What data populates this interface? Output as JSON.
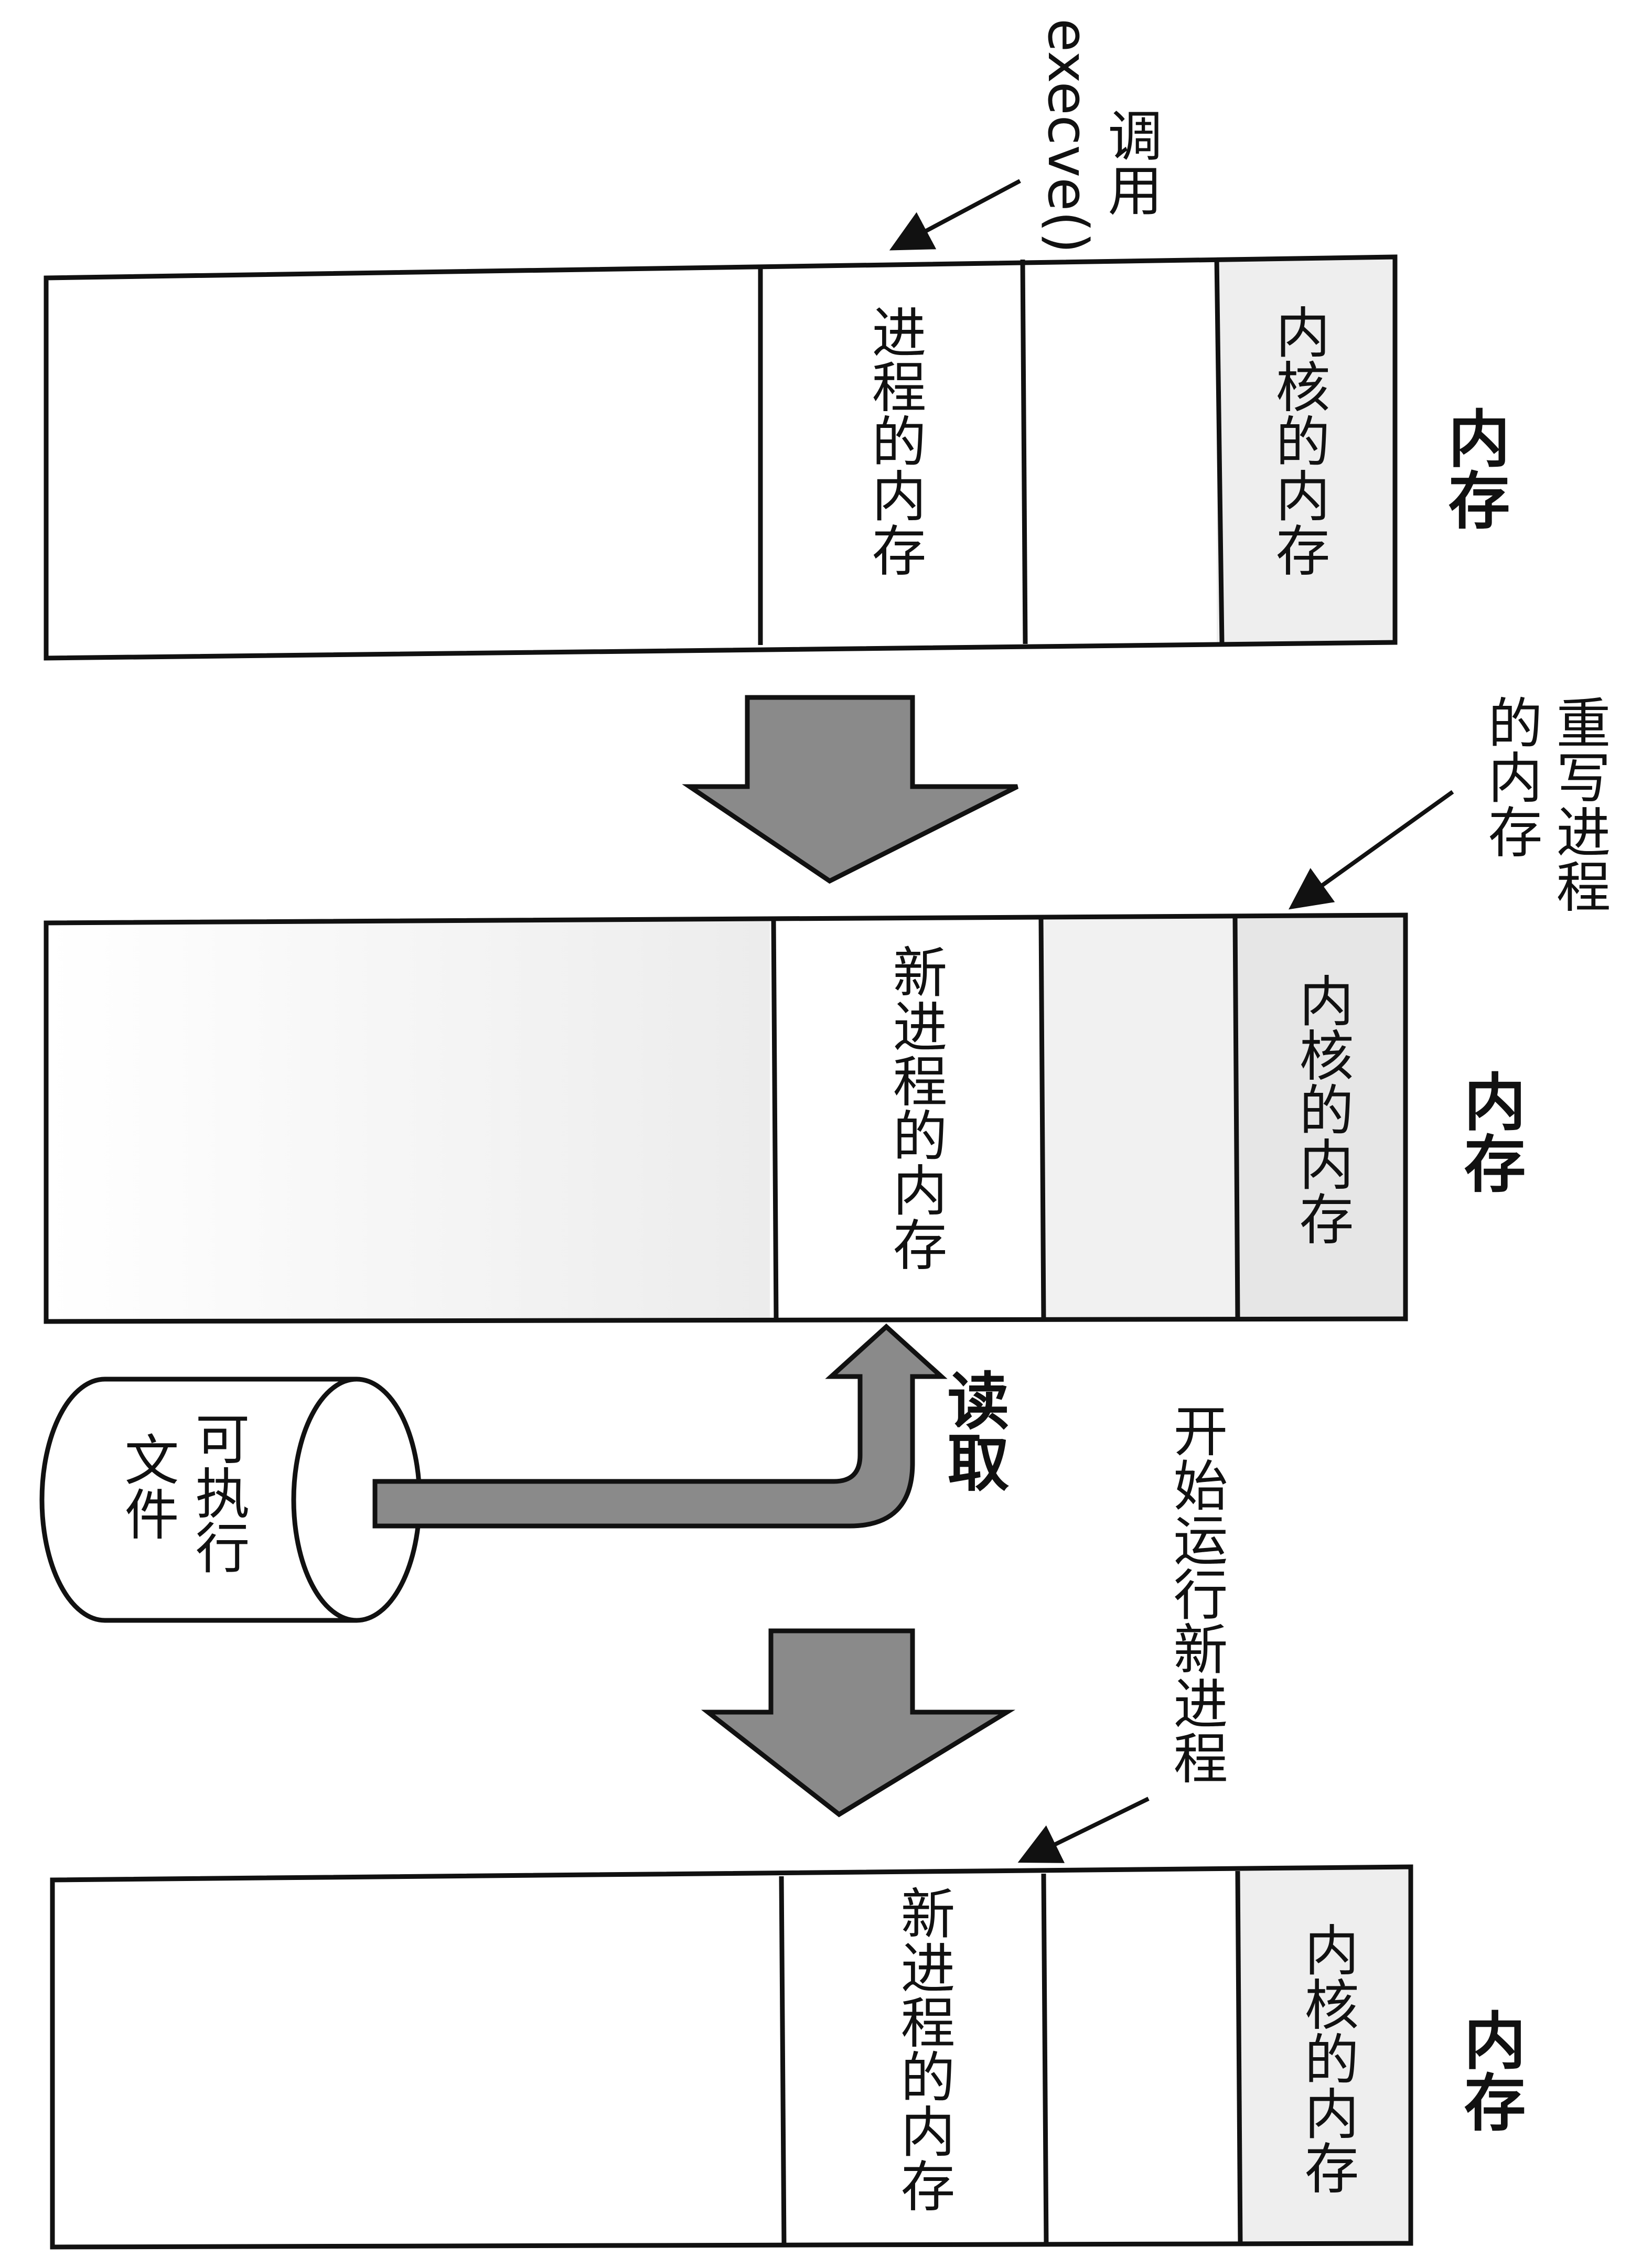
{
  "panel1": {
    "memory_label": "内存",
    "process_memory": "进程的内存",
    "kernel_memory": "内核的内存",
    "call_label": "调用",
    "call_function": "execve()"
  },
  "panel2": {
    "memory_label": "内存",
    "new_process_memory": "新进程的内存",
    "kernel_memory": "内核的内存",
    "rewrite_label_line1": "重写进程",
    "rewrite_label_line2": "的内存",
    "executable_line1": "可执行",
    "executable_line2": "文件",
    "read_label": "读取"
  },
  "panel3": {
    "memory_label": "内存",
    "new_process_memory": "新进程的内存",
    "kernel_memory": "内核的内存",
    "start_label": "开始运行新进程"
  },
  "colors": {
    "outline": "#111111",
    "kernel_fill": "#eeeeee",
    "arrow_fill": "#8a8a8a",
    "shade_fill": "#f3f3f3"
  }
}
